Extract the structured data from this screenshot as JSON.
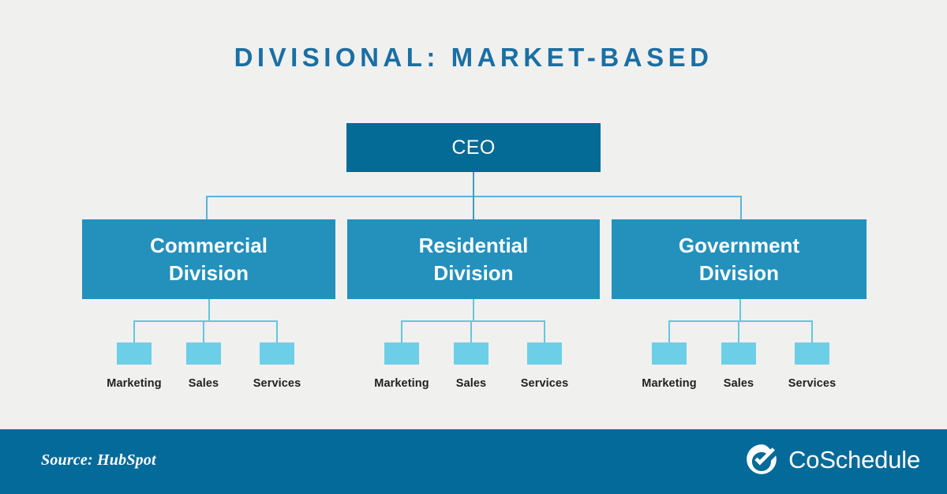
{
  "title": "DIVISIONAL: MARKET-BASED",
  "colors": {
    "background": "#f0f0ef",
    "root_box": "#046a96",
    "division_box": "#2490bc",
    "leaf_box": "#6ccfe7",
    "connector": "#5ab4d8",
    "title_text": "#1a6fa3",
    "label_text": "#231f20",
    "footer_bar": "#046a99",
    "footer_text": "#ffffff"
  },
  "chart_data": {
    "type": "diagram",
    "diagram_kind": "organizational-chart",
    "title": "DIVISIONAL: MARKET-BASED",
    "root": {
      "id": "ceo",
      "label": "CEO",
      "level": 0
    },
    "divisions": [
      {
        "id": "commercial",
        "label": "Commercial Division",
        "label_line1": "Commercial",
        "label_line2": "Division",
        "level": 1,
        "children": [
          {
            "id": "commercial-marketing",
            "label": "Marketing",
            "level": 2
          },
          {
            "id": "commercial-sales",
            "label": "Sales",
            "level": 2
          },
          {
            "id": "commercial-services",
            "label": "Services",
            "level": 2
          }
        ]
      },
      {
        "id": "residential",
        "label": "Residential Division",
        "label_line1": "Residential",
        "label_line2": "Division",
        "level": 1,
        "children": [
          {
            "id": "residential-marketing",
            "label": "Marketing",
            "level": 2
          },
          {
            "id": "residential-sales",
            "label": "Sales",
            "level": 2
          },
          {
            "id": "residential-services",
            "label": "Services",
            "level": 2
          }
        ]
      },
      {
        "id": "government",
        "label": "Government Division",
        "label_line1": "Government",
        "label_line2": "Division",
        "level": 1,
        "children": [
          {
            "id": "government-marketing",
            "label": "Marketing",
            "level": 2
          },
          {
            "id": "government-sales",
            "label": "Sales",
            "level": 2
          },
          {
            "id": "government-services",
            "label": "Services",
            "level": 2
          }
        ]
      }
    ],
    "levels": 3,
    "node_count": 13
  },
  "footer": {
    "source": "Source: HubSpot",
    "brand_name": "CoSchedule",
    "brand_icon": "check-circle-icon"
  }
}
